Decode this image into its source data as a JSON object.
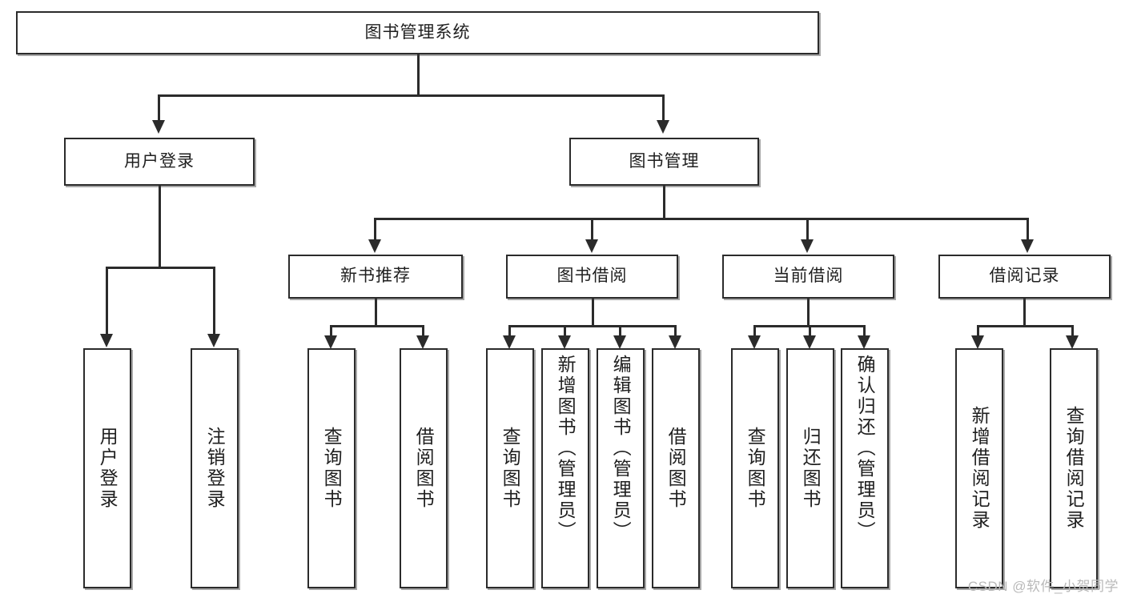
{
  "diagram": {
    "title": "图书管理系统",
    "type": "tree-hierarchy-diagram",
    "watermark": "CSDN @软件_小贺同学",
    "colors": {
      "background": "#ffffff",
      "box_border": "#2b2b2b",
      "box_fill": "#ffffff",
      "connector": "#2b2b2b",
      "watermark_text": "#b9b9b9"
    },
    "root": {
      "label": "图书管理系统"
    },
    "level2": [
      {
        "label": "用户登录"
      },
      {
        "label": "图书管理"
      }
    ],
    "level3": [
      {
        "label": "新书推荐"
      },
      {
        "label": "图书借阅"
      },
      {
        "label": "当前借阅"
      },
      {
        "label": "借阅记录"
      }
    ],
    "leaves": {
      "user_login": [
        {
          "label": "用户登录"
        },
        {
          "label": "注销登录"
        }
      ],
      "new_book_recommend": [
        {
          "label": "查询图书"
        },
        {
          "label": "借阅图书"
        }
      ],
      "book_borrow": [
        {
          "label": "查询图书"
        },
        {
          "label": "新增图书（管理员）"
        },
        {
          "label": "编辑图书（管理员）"
        },
        {
          "label": "借阅图书"
        }
      ],
      "current_borrow": [
        {
          "label": "查询图书"
        },
        {
          "label": "归还图书"
        },
        {
          "label": "确认归还（管理员）"
        }
      ],
      "borrow_record": [
        {
          "label": "新增借阅记录"
        },
        {
          "label": "查询借阅记录"
        }
      ]
    }
  }
}
